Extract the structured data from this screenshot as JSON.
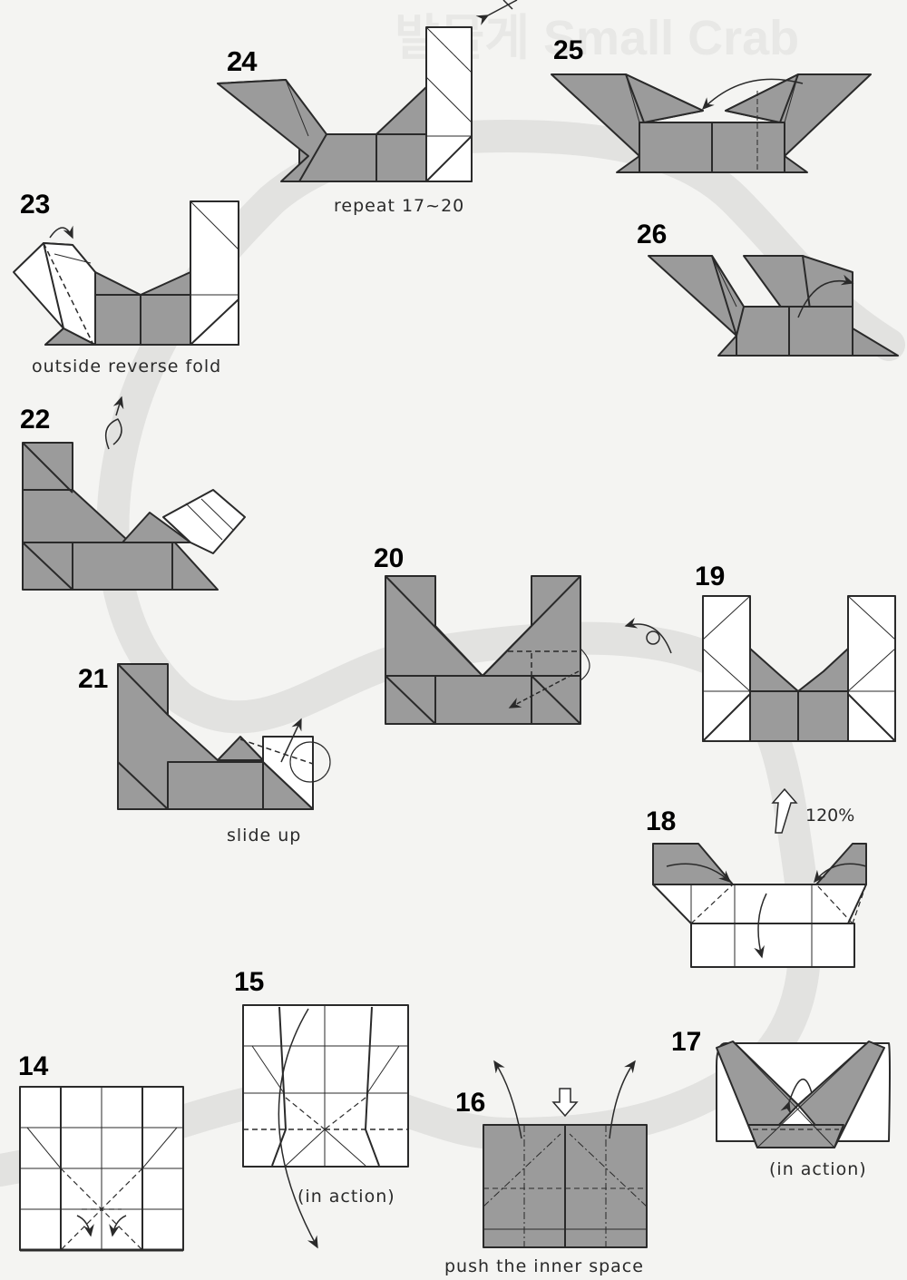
{
  "colors": {
    "paper_fill": "#9b9b9b",
    "paper_white": "#ffffff",
    "line": "#2a2a2a",
    "background": "#f4f4f2",
    "swirl": "#e2e2e0"
  },
  "steps": [
    {
      "id": "14",
      "number": "14",
      "caption": ""
    },
    {
      "id": "15",
      "number": "15",
      "caption": "(in action)"
    },
    {
      "id": "16",
      "number": "16",
      "caption": "push the inner space"
    },
    {
      "id": "17",
      "number": "17",
      "caption": "(in action)"
    },
    {
      "id": "18",
      "number": "18",
      "caption": ""
    },
    {
      "id": "19",
      "number": "19",
      "caption": ""
    },
    {
      "id": "20",
      "number": "20",
      "caption": ""
    },
    {
      "id": "21",
      "number": "21",
      "caption": "slide up"
    },
    {
      "id": "22",
      "number": "22",
      "caption": ""
    },
    {
      "id": "23",
      "number": "23",
      "caption": "outside reverse fold"
    },
    {
      "id": "24",
      "number": "24",
      "caption": "repeat 17~20"
    },
    {
      "id": "25",
      "number": "25",
      "caption": ""
    },
    {
      "id": "26",
      "number": "26",
      "caption": ""
    }
  ],
  "enlarge_label": "120%",
  "ghost_title": "발물게 Small Crab"
}
